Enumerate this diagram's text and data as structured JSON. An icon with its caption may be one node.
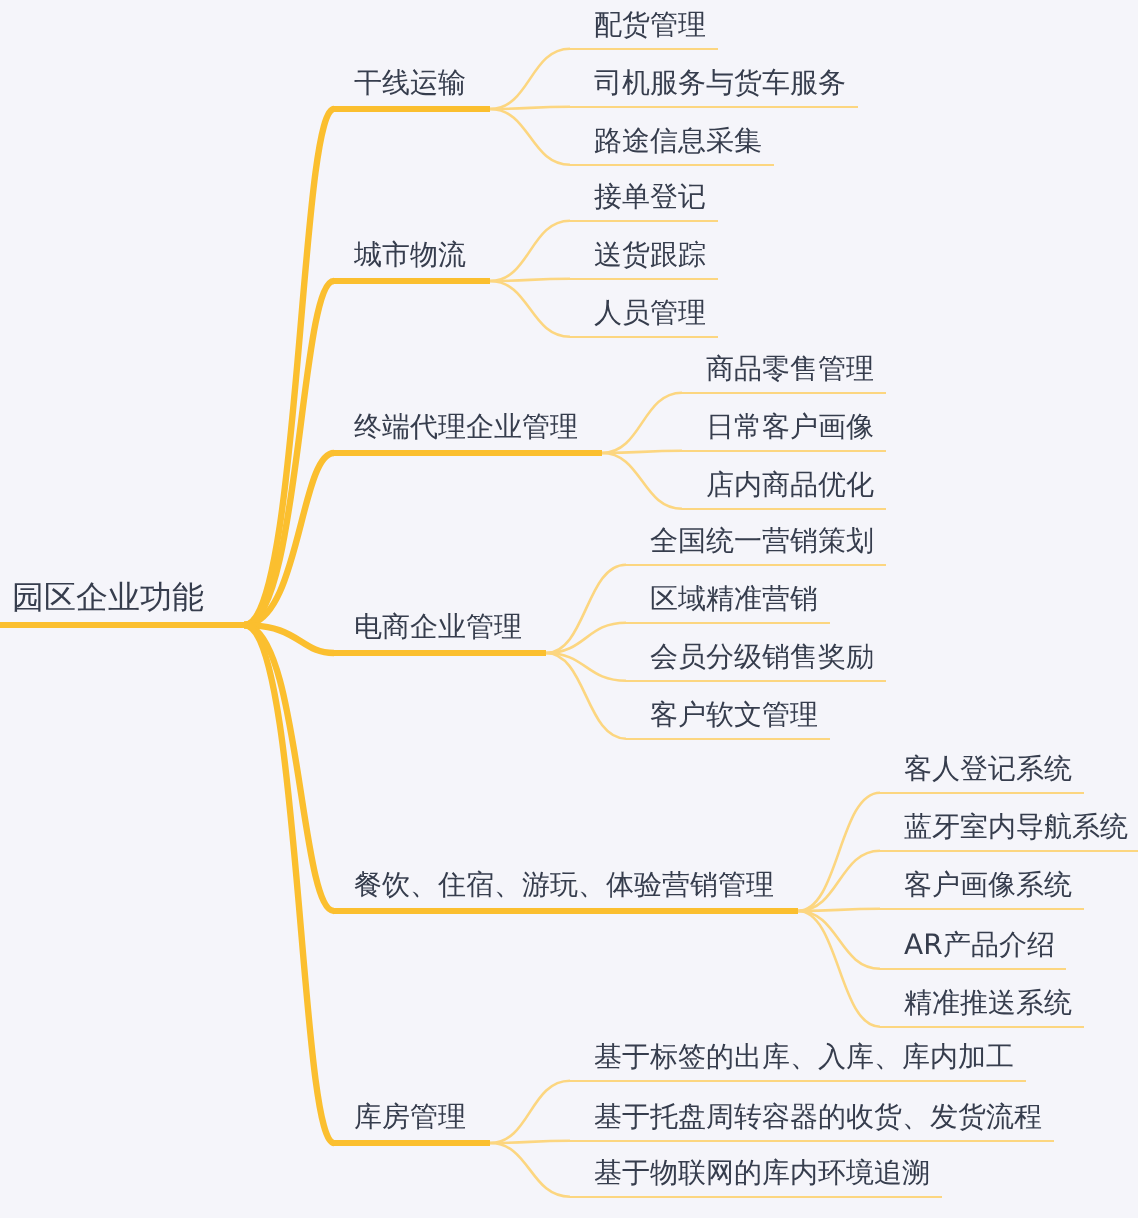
{
  "diagram": {
    "nodes": [
      {
        "text": [
          "园区企业功能"
        ]
      },
      {
        "text": [
          "干线运输"
        ]
      },
      {
        "text": [
          "配货管理"
        ]
      },
      {
        "text": [
          "司机服务与货车服务"
        ]
      },
      {
        "text": [
          "路途信息采集"
        ]
      },
      {
        "text": [
          "城市物流"
        ]
      },
      {
        "text": [
          "接单登记"
        ]
      },
      {
        "text": [
          "送货跟踪"
        ]
      },
      {
        "text": [
          "人员管理"
        ]
      },
      {
        "text": [
          "终端代理企业管理"
        ]
      },
      {
        "text": [
          "商品零售管理"
        ]
      },
      {
        "text": [
          "日常客户画像"
        ]
      },
      {
        "text": [
          "店内商品优化"
        ]
      },
      {
        "text": [
          "电商企业管理"
        ]
      },
      {
        "text": [
          "全国统一营销策划"
        ]
      },
      {
        "text": [
          "区域精准营销"
        ]
      },
      {
        "text": [
          "会员分级销售奖励"
        ]
      },
      {
        "text": [
          "客户软文管理"
        ]
      },
      {
        "text": [
          "餐饮、住宿、游玩、体验营销管理"
        ]
      },
      {
        "text": [
          "客人登记系统"
        ]
      },
      {
        "text": [
          "蓝牙室内导航系统"
        ]
      },
      {
        "text": [
          "客户画像系统"
        ]
      },
      {
        "text": [
          "AR产品介绍"
        ]
      },
      {
        "text": [
          "精准推送系统"
        ]
      },
      {
        "text": [
          "库房管理"
        ]
      },
      {
        "text": [
          "基于标签的出库、入库、库内加工"
        ]
      },
      {
        "text": [
          "基于托盘周转容器的收货、发货流程"
        ]
      },
      {
        "text": [
          "基于物联网的库内环境追溯"
        ]
      }
    ],
    "edges": [
      {
        "from": 0,
        "to": 1,
        "arrow": "none",
        "style": "thick",
        "color": "#fbbf2f"
      },
      {
        "from": 1,
        "to": 2,
        "arrow": "none"
      },
      {
        "from": 1,
        "to": 3,
        "arrow": "none"
      },
      {
        "from": 1,
        "to": 4,
        "arrow": "none"
      },
      {
        "from": 0,
        "to": 5,
        "arrow": "none",
        "style": "thick",
        "color": "#fbbf2f"
      },
      {
        "from": 5,
        "to": 6,
        "arrow": "none"
      },
      {
        "from": 5,
        "to": 7,
        "arrow": "none"
      },
      {
        "from": 5,
        "to": 8,
        "arrow": "none"
      },
      {
        "from": 0,
        "to": 9,
        "arrow": "none",
        "style": "thick",
        "color": "#fbbf2f"
      },
      {
        "from": 9,
        "to": 10,
        "arrow": "none"
      },
      {
        "from": 9,
        "to": 11,
        "arrow": "none"
      },
      {
        "from": 9,
        "to": 12,
        "arrow": "none"
      },
      {
        "from": 0,
        "to": 13,
        "arrow": "none",
        "style": "thick",
        "color": "#fbbf2f"
      },
      {
        "from": 13,
        "to": 14,
        "arrow": "none"
      },
      {
        "from": 13,
        "to": 15,
        "arrow": "none"
      },
      {
        "from": 13,
        "to": 16,
        "arrow": "none"
      },
      {
        "from": 13,
        "to": 17,
        "arrow": "none"
      },
      {
        "from": 0,
        "to": 18,
        "arrow": "none",
        "style": "thick",
        "color": "#fbbf2f"
      },
      {
        "from": 18,
        "to": 19,
        "arrow": "none"
      },
      {
        "from": 18,
        "to": 20,
        "arrow": "none"
      },
      {
        "from": 18,
        "to": 21,
        "arrow": "none"
      },
      {
        "from": 18,
        "to": 22,
        "arrow": "none"
      },
      {
        "from": 18,
        "to": 23,
        "arrow": "none"
      },
      {
        "from": 0,
        "to": 24,
        "arrow": "none",
        "style": "thick",
        "color": "#fbbf2f"
      },
      {
        "from": 24,
        "to": 25,
        "arrow": "none"
      },
      {
        "from": 24,
        "to": 26,
        "arrow": "none"
      },
      {
        "from": 24,
        "to": 27,
        "arrow": "none"
      }
    ]
  }
}
